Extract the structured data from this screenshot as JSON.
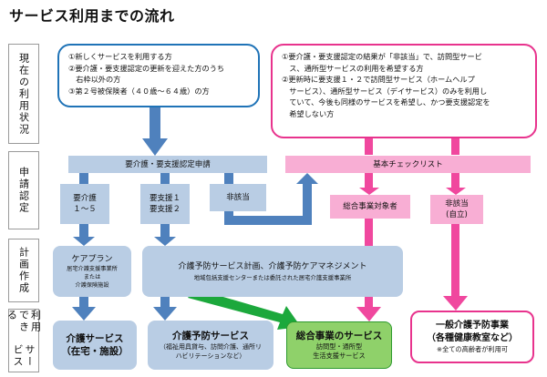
{
  "title": "サービス利用までの流れ",
  "row_labels": {
    "status": "現在の利用状況",
    "apply_1": "申請",
    "apply_2": "認定",
    "plan_1": "計画",
    "plan_2": "作成",
    "services_1": "利用できる",
    "services_2": "サービス"
  },
  "status_left": "①新しくサービスを利用する方\n②要介護・要支援認定の更新を迎えた方のうち\n　右枠以外の方\n③第２号被保険者（４０歳～６４歳）の方",
  "status_right": "①要介護・要支援認定の結果が「非該当」で、訪問型サービ\n　ス、通所型サービスの利用を希望する方\n②更新時に要支援１・２で訪問型サービス（ホームヘルプ\n　サービス）、通所型サービス（デイサービス）のみを利用し\n　ていて、今後も同様のサービスを希望し、かつ要支援認定を\n　希望しない方",
  "apply": {
    "certification": "要介護・要支援認定申請",
    "checklist": "基本チェックリスト"
  },
  "cert_results": {
    "care": "要介護\n１～５",
    "support": "要支援１\n要支援２",
    "not_applicable": "非該当",
    "general_target": "総合事業対象者",
    "self_reliant": "非該当\n(自立)"
  },
  "plans": {
    "care_plan_title": "ケアプラン",
    "care_plan_sub": "居宅介護支援事業所\nまたは\n介護保険施設",
    "prevention_title": "介護予防サービス計画、介護予防ケアマネジメント",
    "prevention_sub": "地域包括支援センターまたは委託された居宅介護支援事業所"
  },
  "services": {
    "care_title": "介護サービス\n（在宅・施設）",
    "prevention_title": "介護予防サービス",
    "prevention_sub": "（福祉用具貸与、訪問介護、通所リ\nハビリテーションなど）",
    "general_title": "総合事業のサービス",
    "general_sub": "訪問型・通所型\n生活支援サービス",
    "general_prevention_title": "一般介護予防事業\n（各種健康教室など）",
    "general_prevention_sub": "※全ての高齢者が利用可"
  },
  "colors": {
    "blue_border": "#1f73b7",
    "blue_fill": "#b9cde4",
    "blue_arrow": "#4f81bd",
    "pink_border": "#e8338d",
    "pink_fill": "#f8aed4",
    "pink_arrow": "#f0489e",
    "green_fill": "#8fd16a",
    "green_border": "#2e9a2e",
    "green_arrow": "#1ca83c"
  }
}
